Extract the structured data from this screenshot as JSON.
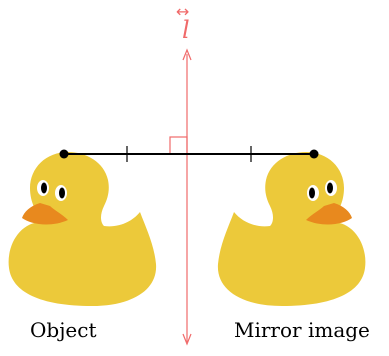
{
  "labels": {
    "object": "Object",
    "mirror_image": "Mirror image",
    "line_name": "l",
    "line_arrow": "↔"
  },
  "colors": {
    "mirror_line": "#f06a6a",
    "duck_body": "#ecc93a",
    "duck_beak": "#e8891e",
    "segment": "#000000"
  },
  "icons": {
    "object": "rubber-duck-icon",
    "mirror_image": "rubber-duck-icon"
  }
}
